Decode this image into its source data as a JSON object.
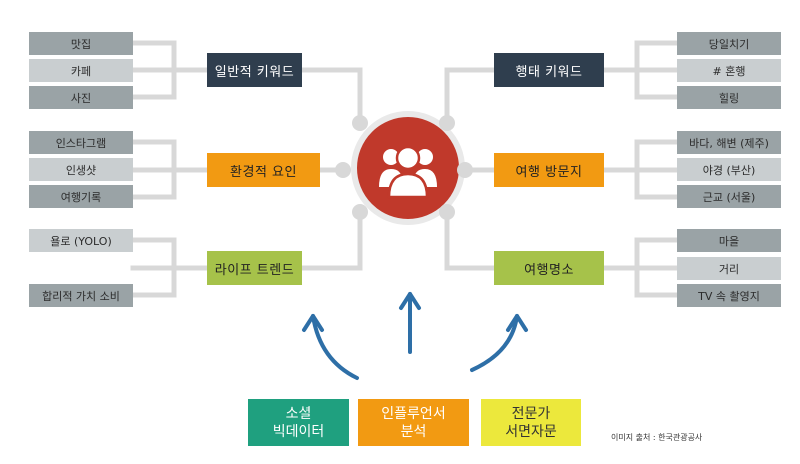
{
  "left_groups": [
    {
      "category": "일반적  키워드",
      "items": [
        "맛집",
        "카페",
        "사진"
      ]
    },
    {
      "category": "환경적  요인",
      "items": [
        "인스타그램",
        "인생샷",
        "여행기록"
      ]
    },
    {
      "category": "라이프 트렌드",
      "items": [
        "욜로 (YOLO)",
        "합리적 가치  소비"
      ]
    }
  ],
  "right_groups": [
    {
      "category": "행태  키워드",
      "items": [
        "당일치기",
        "# 혼행",
        "힐링"
      ]
    },
    {
      "category": "여행  방문지",
      "items": [
        "바다,  해변 (제주)",
        "야경 (부산)",
        "근교 (서울)"
      ]
    },
    {
      "category": "여행명소",
      "items": [
        "마을",
        "거리",
        "TV 속  촬영지"
      ]
    }
  ],
  "sources": [
    {
      "line1": "소셜",
      "line2": "빅데이터"
    },
    {
      "line1": "인플루언서",
      "line2": "분석"
    },
    {
      "line1": "전문가",
      "line2": "서면자문"
    }
  ],
  "hub_icon": "people-group-icon",
  "credit": "이미지 출처 : 한국관광공사",
  "colors": {
    "hub": "#c0392b",
    "navy": "#2f3e4e",
    "orange": "#f29a12",
    "green": "#a6c24a",
    "teal": "#1fa07f",
    "yellow": "#ece83c",
    "leaf_dark": "#9aa3a6",
    "leaf_light": "#c9ced0",
    "arrow": "#2e6fa7"
  }
}
